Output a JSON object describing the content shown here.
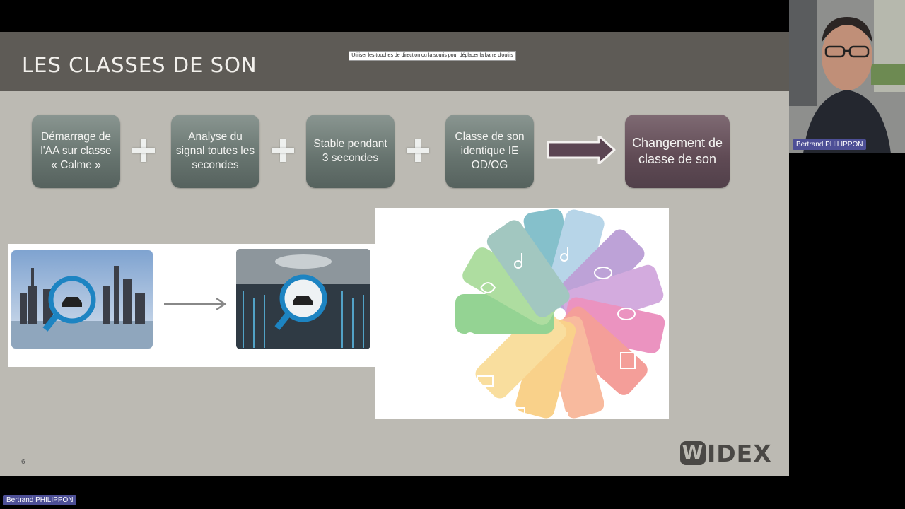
{
  "slide": {
    "title": "LES CLASSES DE SON",
    "toolbar_hint": "Utiliser les touches de direction ou la souris pour déplacer la barre d'outils",
    "page_number": "6",
    "logo": "WIDEX",
    "steps": [
      "Démarrage de l'AA sur classe « Calme »",
      "Analyse du signal toutes les secondes",
      "Stable pendant 3 secondes",
      "Classe de son identique IE OD/OG"
    ],
    "result": "Changement de classe de son"
  },
  "participants": {
    "presenter_video_label": "Bertrand PHILIPPON",
    "presenter_bottom_label": "Bertrand PHILIPPON"
  },
  "colors": {
    "slide_bg": "#bcbab3",
    "header_bg": "#5e5b56",
    "step_green": "#66736e",
    "result_mauve": "#5f4a54",
    "name_tag": "#4d4f96"
  }
}
